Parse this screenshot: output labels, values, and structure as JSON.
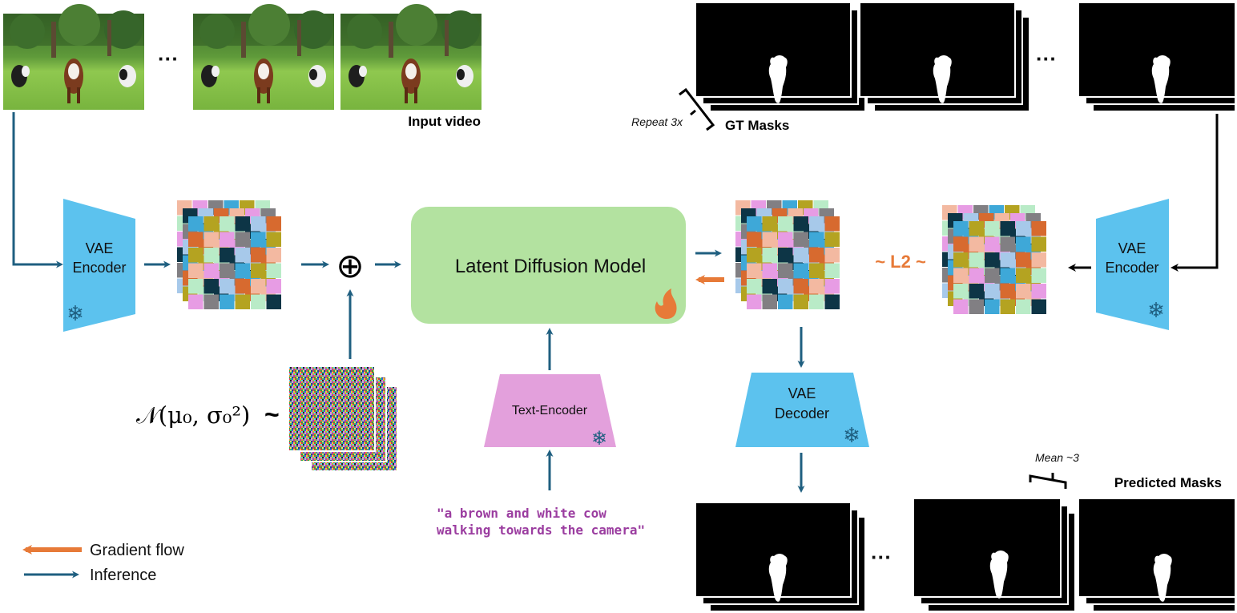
{
  "labels": {
    "input_video": "Input video",
    "gt_masks": "GT Masks",
    "repeat": "Repeat  3x",
    "predicted_masks": "Predicted Masks",
    "mean": "Mean ~3",
    "vae_encoder_left_1": "VAE",
    "vae_encoder_left_2": "Encoder",
    "vae_encoder_right_1": "VAE",
    "vae_encoder_right_2": "Encoder",
    "vae_decoder_1": "VAE",
    "vae_decoder_2": "Decoder",
    "text_encoder": "Text-Encoder",
    "ldm": "Latent Diffusion Model",
    "l2": "~ L2 ~",
    "prompt_line1": "\"a brown and white cow",
    "prompt_line2": "walking towards the camera\"",
    "noise_formula": "𝒩(μ₀, σ₀²)",
    "tilde": "~",
    "plus": "⊕",
    "ellipsis": "···"
  },
  "legend": {
    "gradient": "Gradient flow",
    "inference": "Inference"
  },
  "colors": {
    "blue_arrow": "#1f5f80",
    "orange": "#e77a38",
    "vae": "#5cc2ee",
    "text_encoder": "#e3a0dc",
    "ldm": "#b3e2a0",
    "prompt": "#9b3da0"
  },
  "latent_palette": [
    "#a7c9ea",
    "#f3b9a1",
    "#817f83",
    "#b4a321",
    "#0d3546",
    "#d76a2f",
    "#e79ce4",
    "#3ea8d8",
    "#b9ebc7"
  ]
}
